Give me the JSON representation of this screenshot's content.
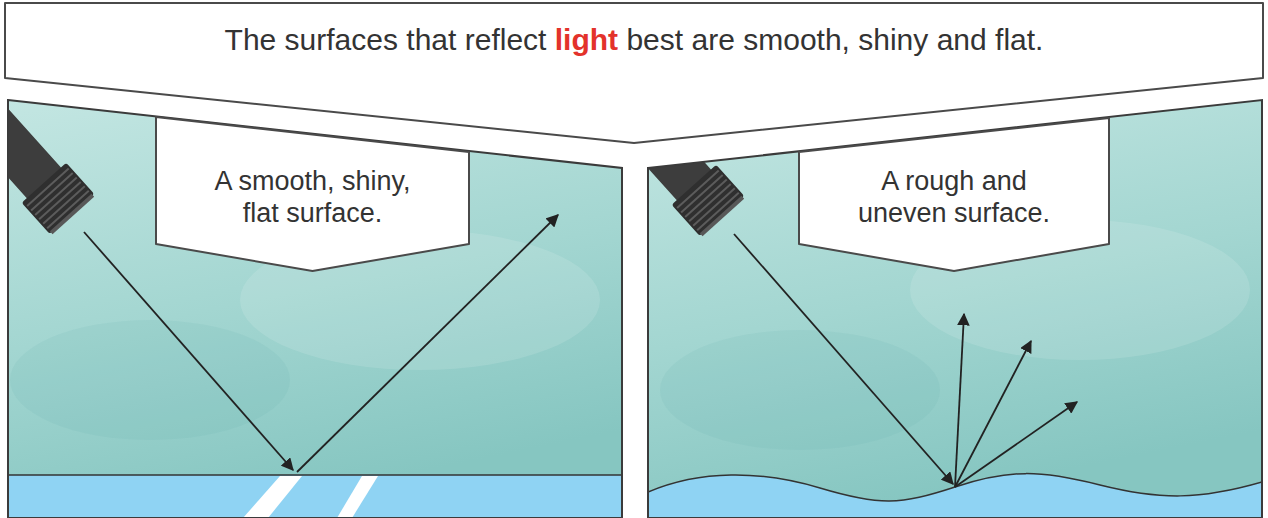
{
  "diagram": {
    "nodes": [
      {
        "text": [
          "The surfaces that reflect light best are smooth, shiny and flat."
        ]
      },
      {
        "text": [
          "A smooth, shiny, flat surface."
        ]
      },
      {
        "text": [
          "A rough and uneven surface."
        ]
      }
    ]
  }
}
